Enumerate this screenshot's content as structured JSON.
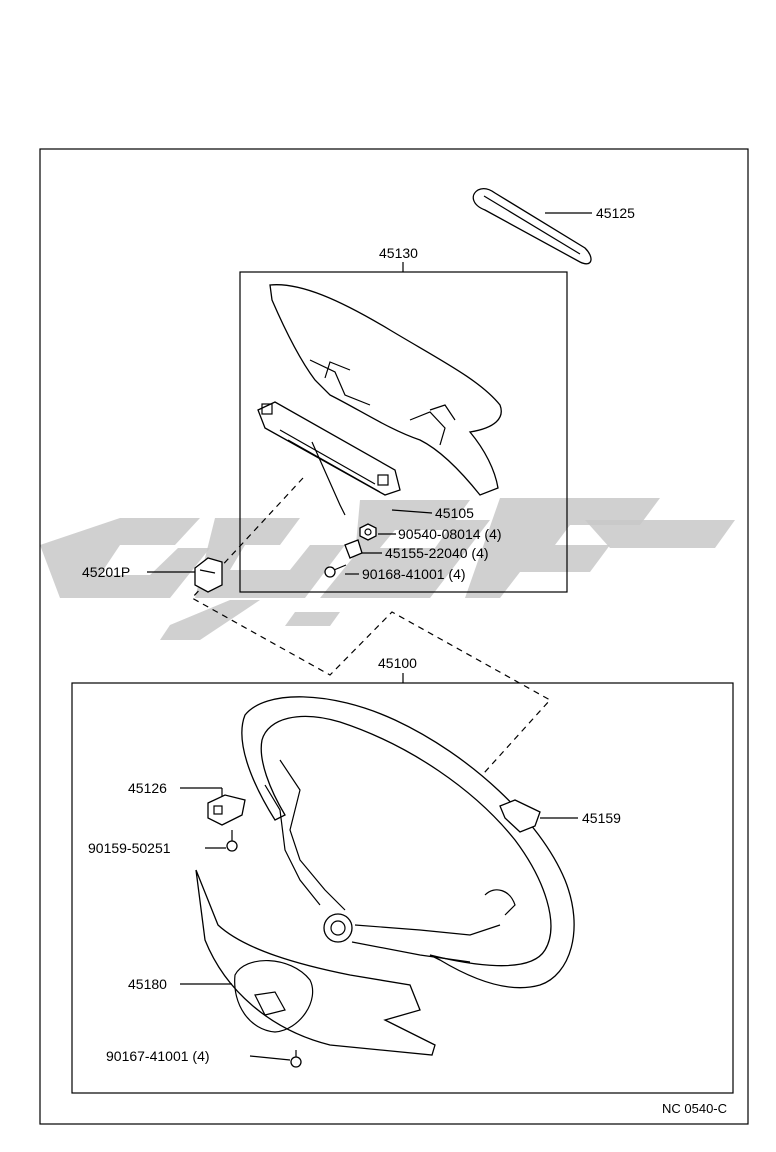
{
  "diagram": {
    "reference_code": "NC 0540-C",
    "assemblies": [
      {
        "id": "upper",
        "label": "45130"
      },
      {
        "id": "lower",
        "label": "45100"
      }
    ],
    "callouts": [
      {
        "id": "c45125",
        "label": "45125"
      },
      {
        "id": "c45105",
        "label": "45105"
      },
      {
        "id": "c90540",
        "label": "90540-08014 (4)"
      },
      {
        "id": "c45155",
        "label": "45155-22040 (4)"
      },
      {
        "id": "c90168",
        "label": "90168-41001 (4)"
      },
      {
        "id": "c45201",
        "label": "45201P"
      },
      {
        "id": "c45126",
        "label": "45126"
      },
      {
        "id": "c90159",
        "label": "90159-50251"
      },
      {
        "id": "c45159",
        "label": "45159"
      },
      {
        "id": "c45180",
        "label": "45180"
      },
      {
        "id": "c90167",
        "label": "90167-41001 (4)"
      }
    ]
  }
}
